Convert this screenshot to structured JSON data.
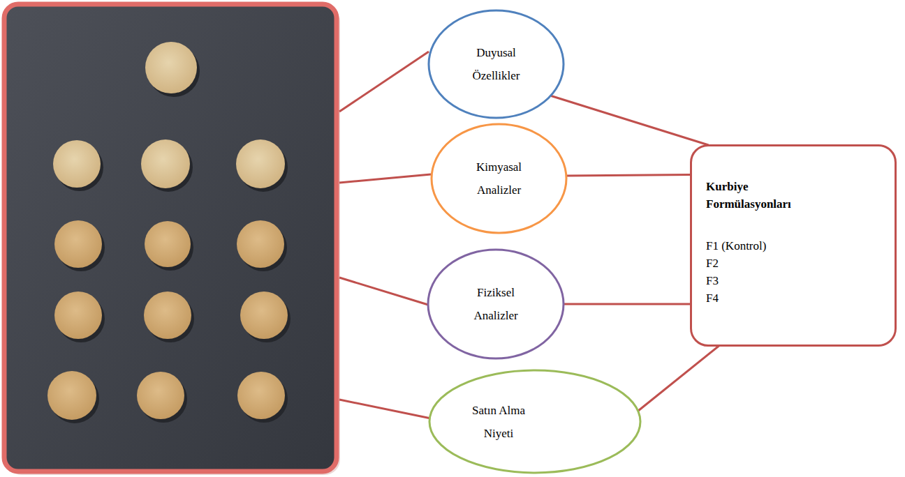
{
  "diagram": {
    "nodes": [
      {
        "text": [
          "Duyusal Özellikler"
        ]
      },
      {
        "text": [
          "Kimyasal Analizler"
        ]
      },
      {
        "text": [
          "Fiziksel Analizler"
        ]
      },
      {
        "text": [
          "Satın Alma Niyeti"
        ]
      },
      {
        "text": [
          "Kurbiye Formülasyonları",
          "F1 (Kontrol)",
          "F2",
          "F3",
          "F4"
        ]
      }
    ],
    "edges": [
      {
        "from": 0,
        "to": 4,
        "arrow": "none"
      },
      {
        "from": 1,
        "to": 4,
        "arrow": "none"
      },
      {
        "from": 2,
        "to": 4,
        "arrow": "none"
      },
      {
        "from": 3,
        "to": 4,
        "arrow": "none"
      }
    ]
  }
}
